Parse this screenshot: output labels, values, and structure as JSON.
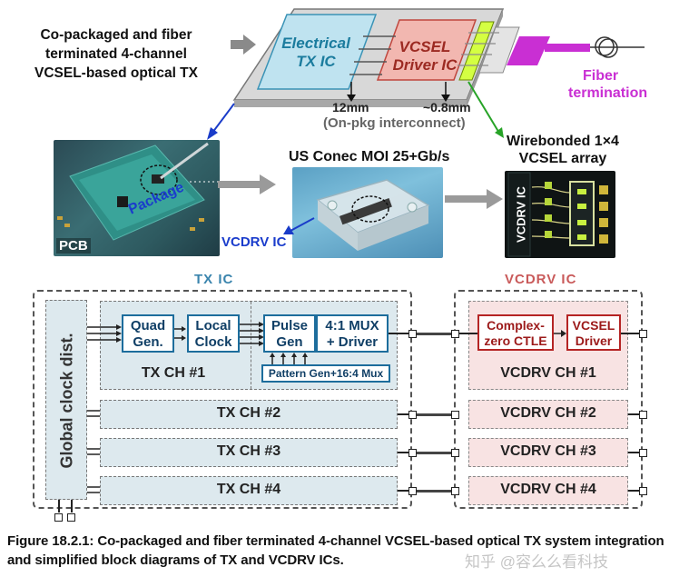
{
  "top": {
    "title_lines": [
      "Co-packaged and fiber",
      "terminated 4-channel",
      "VCSEL-based optical TX"
    ],
    "chip_tx": [
      "Electrical",
      "TX IC"
    ],
    "chip_vcsel": [
      "VCSEL",
      "Driver IC"
    ],
    "fiber_label": [
      "Fiber",
      "termination"
    ],
    "dim_left": "12mm",
    "dim_right": "~0.8mm",
    "interconnect": "(On-pkg interconnect)"
  },
  "photos": {
    "package_label": "Package",
    "pcb_label": "PCB",
    "moi_title": "US Conec MOI 25+Gb/s",
    "vcdrv_arrow_label": "VCDRV IC",
    "wirebond_title": [
      "Wirebonded 1×4",
      "VCSEL array"
    ],
    "vcdrv_vertical": "VCDRV IC"
  },
  "block": {
    "tx_ic_title": "TX IC",
    "vcdrv_ic_title": "VCDRV IC",
    "global_clock": "Global clock dist.",
    "quad_gen": [
      "Quad",
      "Gen."
    ],
    "local_clock": [
      "Local",
      "Clock"
    ],
    "pulse_gen": [
      "Pulse",
      "Gen"
    ],
    "mux_driver": [
      "4:1 MUX",
      "+ Driver"
    ],
    "pattern_gen": "Pattern Gen+16:4 Mux",
    "ctle": [
      "Complex-",
      "zero CTLE"
    ],
    "vcsel_driver": [
      "VCSEL",
      "Driver"
    ],
    "tx_channels": [
      "TX CH #1",
      "TX CH #2",
      "TX CH #3",
      "TX CH #4"
    ],
    "vcdrv_channels": [
      "VCDRV CH #1",
      "VCDRV CH #2",
      "VCDRV CH #3",
      "VCDRV CH #4"
    ]
  },
  "caption": "Figure 18.2.1: Co-packaged and fiber terminated 4-channel VCSEL-based optical TX system integration and simplified block diagrams of TX and VCDRV ICs.",
  "watermark": "知乎 @容么么看科技",
  "colors": {
    "tx_blue": "#1d6d9c",
    "vcdrv_red": "#b52424",
    "fiber_purple": "#c92fd3",
    "label_blue": "#2233cc"
  }
}
